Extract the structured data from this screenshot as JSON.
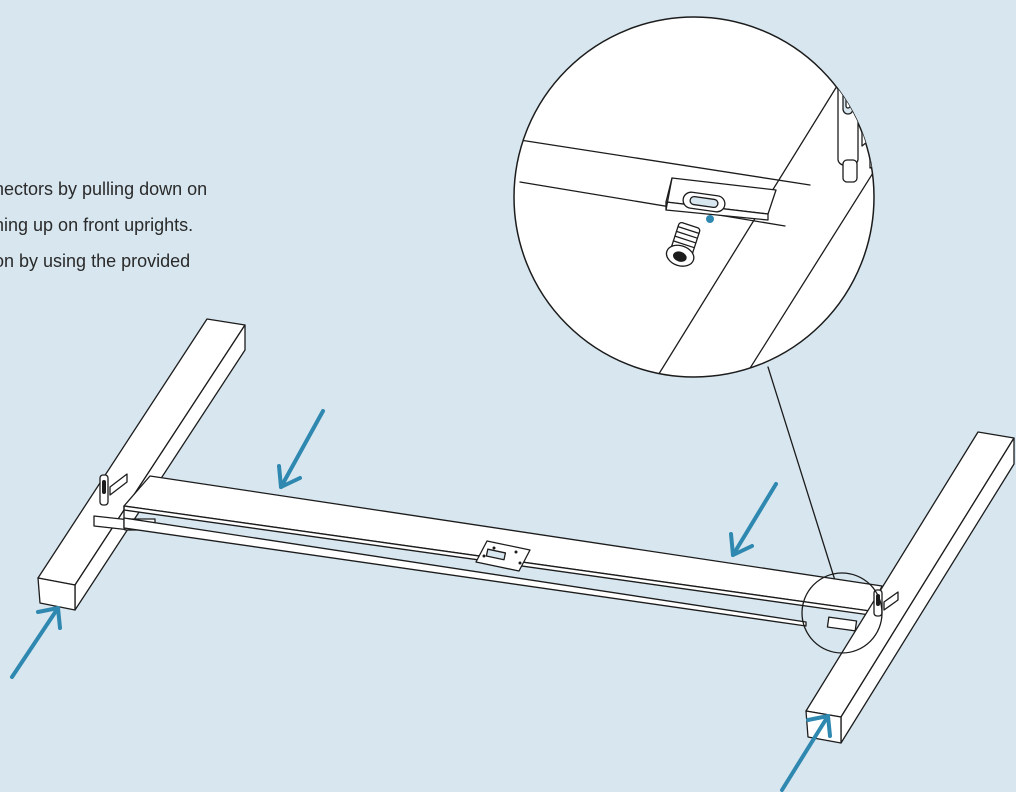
{
  "instructions": {
    "line1": "nectors by pulling down on",
    "line2": "hing up on front uprights.",
    "line3": "on by using the provided"
  },
  "colors": {
    "background": "#d7e6ef",
    "arrow": "#2f88b0",
    "linework": "#1c1c1c",
    "screw_head_dot": "#2f88b0"
  },
  "icons": {
    "arrows": "assembly-direction-arrow",
    "screw": "screw-icon",
    "magnifier": "detail-callout-circle"
  }
}
